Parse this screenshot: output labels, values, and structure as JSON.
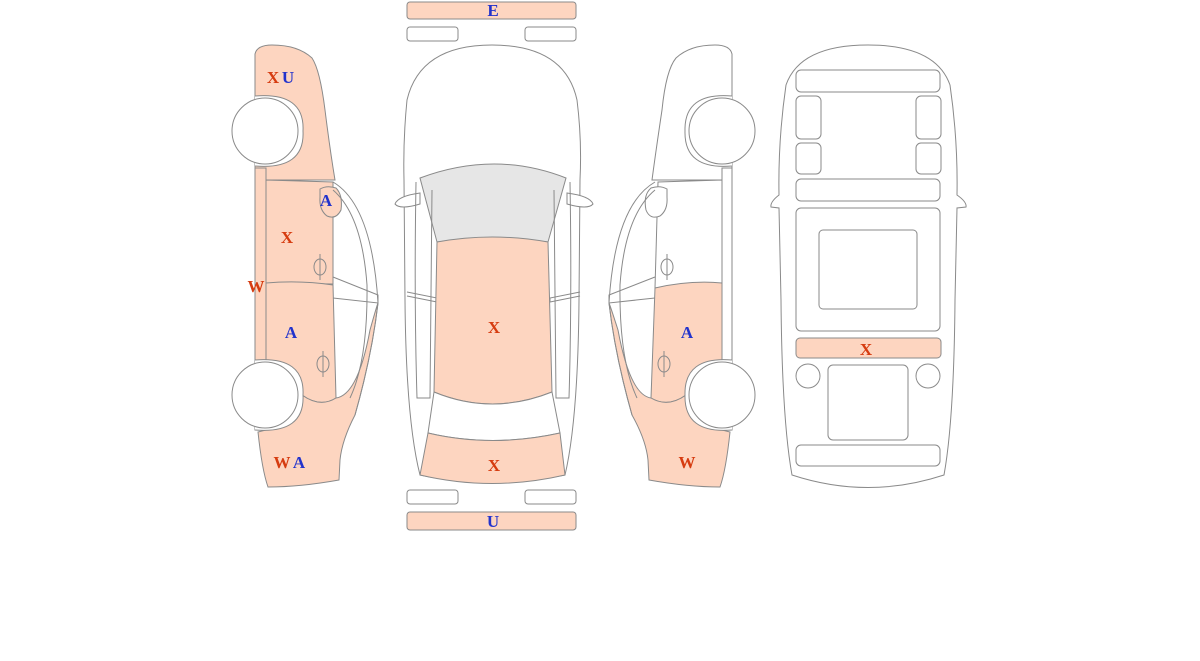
{
  "colors": {
    "damage_fill": "#fdd5c0",
    "outline": "#8a8a8a",
    "glass": "#e6e6e6",
    "red_code": "#d63c10",
    "blue_code": "#2233cc"
  },
  "diagram": {
    "views": {
      "left_side": {
        "front_fender_codes": [
          {
            "text": "X",
            "color": "red_code"
          },
          {
            "text": "U",
            "color": "blue_code"
          }
        ],
        "mirror_code": {
          "text": "A",
          "color": "blue_code"
        },
        "front_door_code": {
          "text": "X",
          "color": "red_code"
        },
        "pillar_code": {
          "text": "W",
          "color": "red_code"
        },
        "rear_door_code": {
          "text": "A",
          "color": "blue_code"
        },
        "rear_quarter_codes": [
          {
            "text": "W",
            "color": "red_code"
          },
          {
            "text": "A",
            "color": "blue_code"
          }
        ]
      },
      "top": {
        "front_bumper_code": {
          "text": "E",
          "color": "blue_code"
        },
        "roof_code": {
          "text": "X",
          "color": "red_code"
        },
        "trunk_code": {
          "text": "X",
          "color": "red_code"
        },
        "rear_bumper_code": {
          "text": "U",
          "color": "blue_code"
        }
      },
      "right_side": {
        "rear_door_code": {
          "text": "A",
          "color": "blue_code"
        },
        "rear_quarter_code": {
          "text": "W",
          "color": "red_code"
        }
      },
      "underside": {
        "crossmember_code": {
          "text": "X",
          "color": "red_code"
        }
      }
    }
  }
}
